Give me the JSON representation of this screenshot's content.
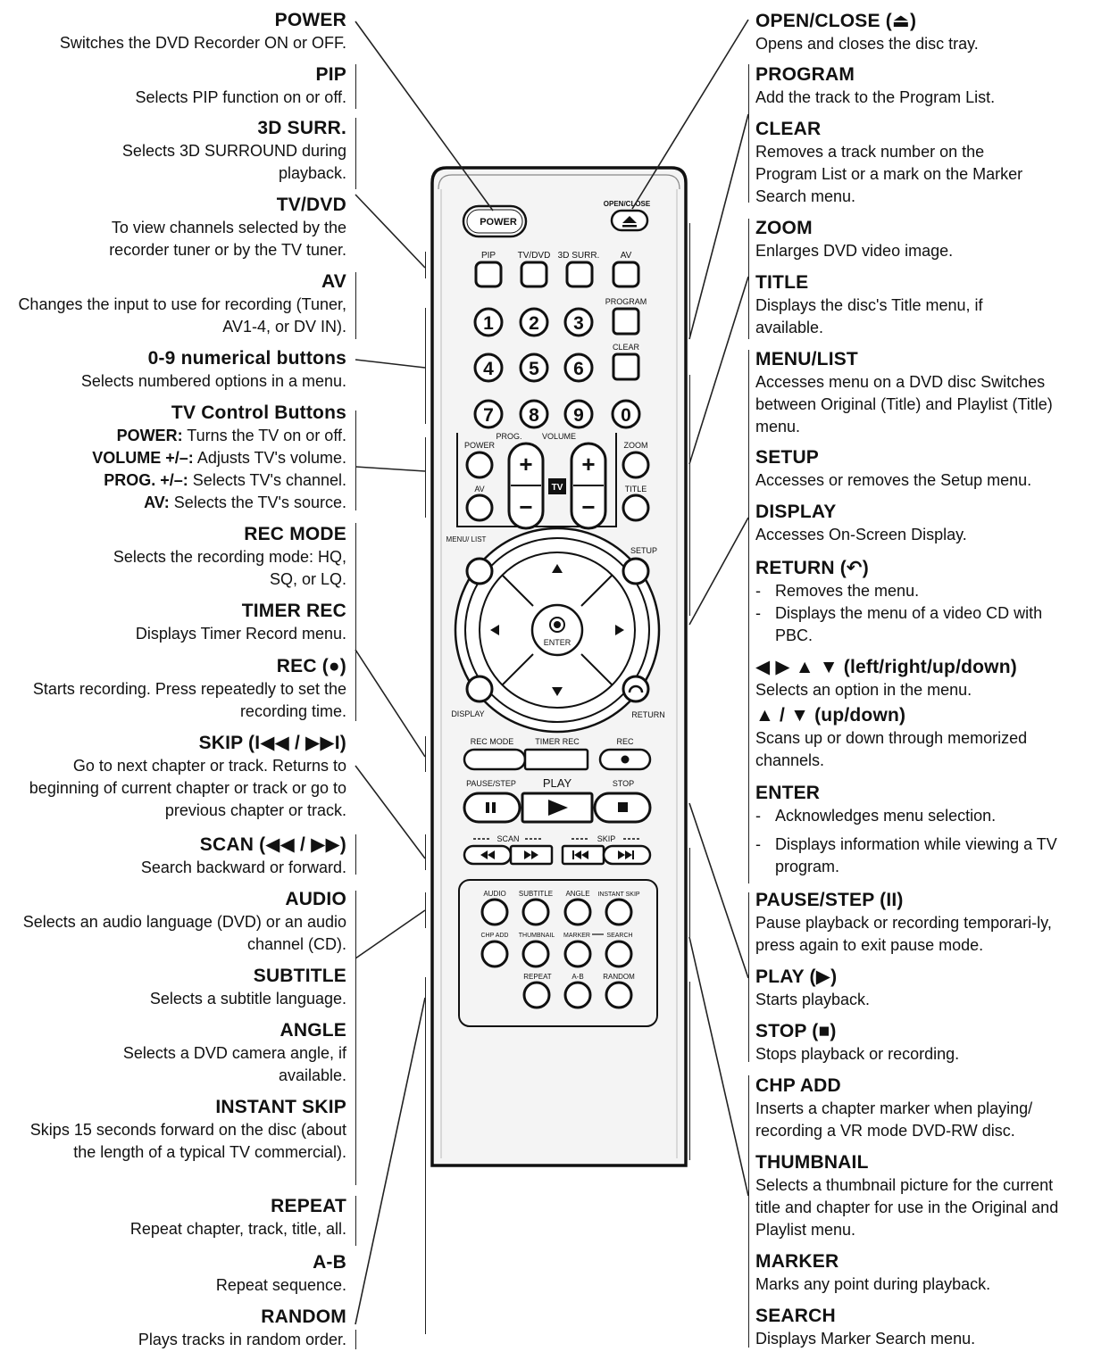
{
  "left_entries": [
    {
      "title": "POWER",
      "desc": "Switches the DVD Recorder ON or OFF."
    },
    {
      "title": "PIP",
      "desc": "Selects PIP function on or off."
    },
    {
      "title": "3D SURR.",
      "desc": "Selects 3D SURROUND during playback."
    },
    {
      "title": "TV/DVD",
      "desc": "To view channels selected by the recorder tuner or by the TV tuner."
    },
    {
      "title": "AV",
      "desc": "Changes the input to use for recording (Tuner, AV1-4, or DV IN)."
    },
    {
      "title": "0-9 numerical buttons",
      "desc": "Selects numbered options in a menu."
    },
    {
      "title": "TV Control Buttons",
      "lines": [
        {
          "label": "POWER:",
          "text": " Turns the TV on or off."
        },
        {
          "label": "VOLUME +/–:",
          "text": " Adjusts TV's volume."
        },
        {
          "label": "PROG. +/–:",
          "text": " Selects TV's channel."
        },
        {
          "label": "AV:",
          "text": " Selects the TV's source."
        }
      ]
    },
    {
      "title": "REC MODE",
      "desc": "Selects the recording mode: HQ, SQ, or LQ."
    },
    {
      "title": "TIMER REC",
      "desc": "Displays Timer Record menu."
    },
    {
      "title": "REC (●)",
      "desc": "Starts recording. Press repeatedly to set the recording time."
    },
    {
      "title": "SKIP (I◀◀ / ▶▶I)",
      "desc": "Go to next chapter or track. Returns to beginning of current chapter or track or go to previous chapter or track."
    },
    {
      "title": "SCAN (◀◀ / ▶▶)",
      "desc": "Search backward or forward."
    },
    {
      "title": "AUDIO",
      "desc": "Selects an audio language (DVD) or an audio channel (CD)."
    },
    {
      "title": "SUBTITLE",
      "desc": "Selects a subtitle language."
    },
    {
      "title": "ANGLE",
      "desc": "Selects a DVD camera angle, if available."
    },
    {
      "title": "INSTANT SKIP",
      "desc": "Skips 15 seconds forward on the disc (about the length of a typical TV commercial)."
    },
    {
      "title": "REPEAT",
      "desc": "Repeat chapter, track, title, all."
    },
    {
      "title": "A-B",
      "desc": "Repeat sequence."
    },
    {
      "title": "RANDOM",
      "desc": "Plays tracks in random order."
    }
  ],
  "right_entries": [
    {
      "title": "OPEN/CLOSE (⏏)",
      "desc": "Opens and closes the disc tray."
    },
    {
      "title": "PROGRAM",
      "desc": "Add the track to the Program List."
    },
    {
      "title": "CLEAR",
      "desc": "Removes a track number on the Program List or a mark on the Marker Search menu."
    },
    {
      "title": "ZOOM",
      "desc": "Enlarges DVD video image."
    },
    {
      "title": "TITLE",
      "desc": "Displays the disc's Title menu, if available."
    },
    {
      "title": "MENU/LIST",
      "desc": "Accesses menu on a DVD disc Switches between Original (Title) and Playlist (Title) menu."
    },
    {
      "title": "SETUP",
      "desc": "Accesses or removes the Setup menu."
    },
    {
      "title": "DISPLAY",
      "desc": "Accesses On-Screen Display."
    },
    {
      "title": "RETURN (↶)",
      "bullets": [
        "Removes the menu.",
        "Displays the menu of a video CD with PBC."
      ]
    },
    {
      "title": "◀ ▶ ▲ ▼ (left/right/up/down)",
      "desc": "Selects an option in the menu."
    },
    {
      "title": "▲ / ▼ (up/down)",
      "desc": "Scans up or down through memorized channels."
    },
    {
      "title": "ENTER",
      "bullets": [
        "Acknowledges menu selection.",
        "Displays information while viewing a TV program."
      ]
    },
    {
      "title": "PAUSE/STEP (II)",
      "desc": "Pause playback or recording temporari-ly, press again to exit pause mode."
    },
    {
      "title": "PLAY (▶)",
      "desc": "Starts playback."
    },
    {
      "title": "STOP (■)",
      "desc": "Stops playback or recording."
    },
    {
      "title": "CHP ADD",
      "desc": "Inserts a chapter marker when playing/ recording a VR mode DVD-RW disc."
    },
    {
      "title": "THUMBNAIL",
      "desc": "Selects a thumbnail picture for the current title and chapter for use in the Original and Playlist menu."
    },
    {
      "title": "MARKER",
      "desc": "Marks any point during playback."
    },
    {
      "title": "SEARCH",
      "desc": "Displays Marker Search menu."
    }
  ],
  "remote": {
    "power": "POWER",
    "open_close": "OPEN/CLOSE",
    "row1": [
      "PIP",
      "TV/DVD",
      "3D SURR.",
      "AV"
    ],
    "program": "PROGRAM",
    "clear": "CLEAR",
    "digits": [
      "1",
      "2",
      "3",
      "4",
      "5",
      "6",
      "7",
      "8",
      "9",
      "0"
    ],
    "tv_power": "POWER",
    "prog": "PROG.",
    "volume": "VOLUME",
    "zoom": "ZOOM",
    "tv_av": "AV",
    "title": "TITLE",
    "tv_badge": "TV",
    "menu_list": "MENU/ LIST",
    "setup": "SETUP",
    "display": "DISPLAY",
    "return": "RETURN",
    "enter": "ENTER",
    "rec_mode": "REC MODE",
    "timer_rec": "TIMER REC",
    "rec": "REC",
    "pause_step": "PAUSE/STEP",
    "play": "PLAY",
    "stop": "STOP",
    "scan": "SCAN",
    "skip": "SKIP",
    "row_a": [
      "AUDIO",
      "SUBTITLE",
      "ANGLE",
      "INSTANT SKIP"
    ],
    "row_b": [
      "CHP ADD",
      "THUMBNAIL",
      "MARKER",
      "SEARCH"
    ],
    "row_c": [
      "REPEAT",
      "A-B",
      "RANDOM"
    ]
  }
}
